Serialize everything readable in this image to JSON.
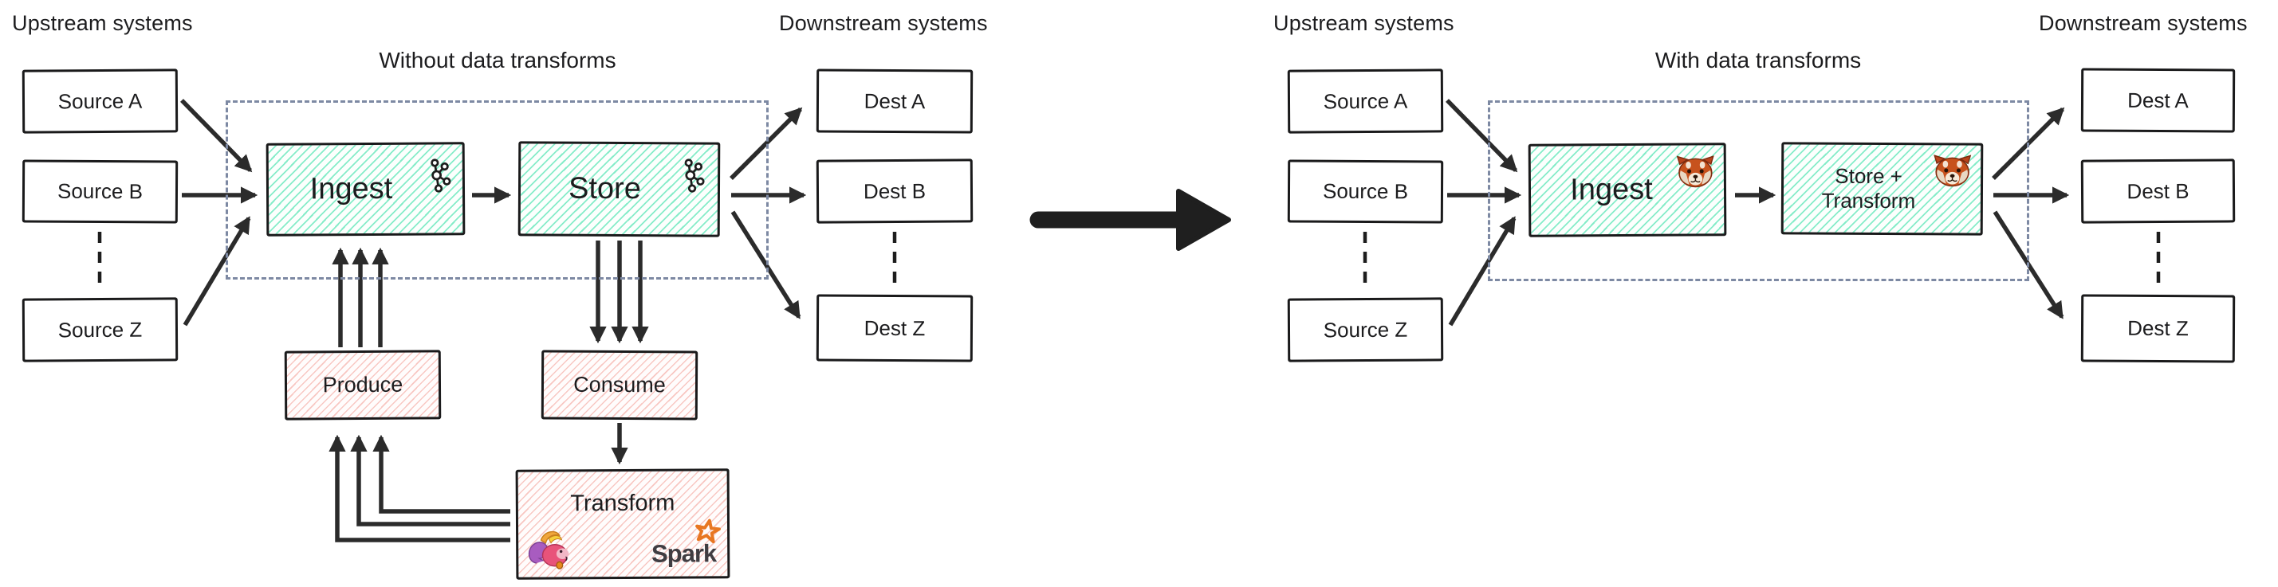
{
  "colors": {
    "arrow": "#2b2b2b",
    "box_border": "#1b1b1c",
    "green_hatch": "#68e8bc",
    "red_hatch": "#f4a69e",
    "dashed_container": "#7d89a3",
    "spark_orange": "#e87722",
    "flink_pink": "#e8537a",
    "flink_purple": "#a85cc0",
    "redpanda_orange": "#c7521d"
  },
  "icons": {
    "kafka": "kafka-icon",
    "redpanda": "redpanda-icon",
    "flink": "flink-squirrel-icon",
    "spark_star": "spark-star-icon"
  },
  "left": {
    "upstream_label": "Upstream systems",
    "downstream_label": "Downstream systems",
    "title": "Without data transforms",
    "sources": [
      {
        "label": "Source A"
      },
      {
        "label": "Source B"
      },
      {
        "label": "Source Z"
      }
    ],
    "dests": [
      {
        "label": "Dest A"
      },
      {
        "label": "Dest B"
      },
      {
        "label": "Dest Z"
      }
    ],
    "ingest": {
      "label": "Ingest",
      "icon": "kafka-icon"
    },
    "store": {
      "label": "Store",
      "icon": "kafka-icon"
    },
    "produce_label": "Produce",
    "consume_label": "Consume",
    "transform_label": "Transform",
    "spark_text": "Spark"
  },
  "right": {
    "upstream_label": "Upstream systems",
    "downstream_label": "Downstream systems",
    "title": "With data transforms",
    "sources": [
      {
        "label": "Source A"
      },
      {
        "label": "Source B"
      },
      {
        "label": "Source Z"
      }
    ],
    "dests": [
      {
        "label": "Dest A"
      },
      {
        "label": "Dest B"
      },
      {
        "label": "Dest Z"
      }
    ],
    "ingest": {
      "label": "Ingest",
      "icon": "redpanda-icon"
    },
    "store_transform": {
      "line1": "Store +",
      "line2": "Transform",
      "icon": "redpanda-icon"
    }
  }
}
